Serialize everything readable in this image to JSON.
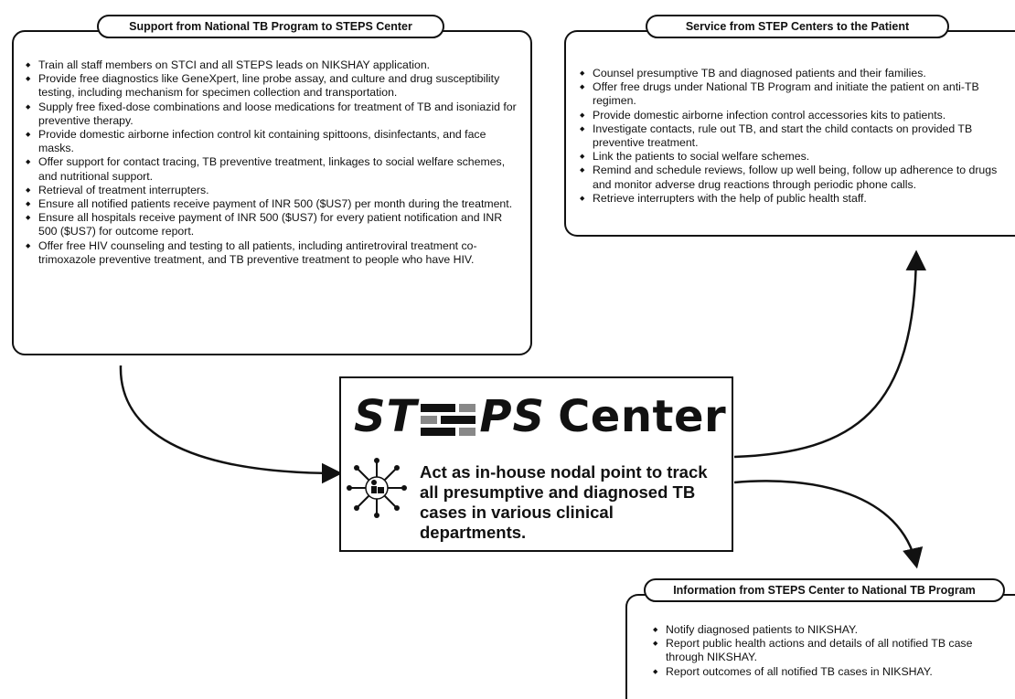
{
  "support_panel": {
    "title": "Support from National TB Program to STEPS Center",
    "items": [
      "Train all staff members on STCI and all STEPS leads on NIKSHAY application.",
      "Provide free diagnostics like GeneXpert, line probe assay, and culture and drug susceptibility testing, including mechanism for specimen collection and transportation.",
      "Supply free fixed-dose combinations and loose medications for treatment of TB and isoniazid for preventive therapy.",
      "Provide domestic airborne infection control kit containing spittoons, disinfectants, and face masks.",
      "Offer support for contact tracing, TB preventive treatment, linkages to social welfare schemes, and nutritional support.",
      "Retrieval of treatment interrupters.",
      "Ensure all notified patients receive payment of INR 500 ($US7) per month during the treatment.",
      "Ensure all hospitals receive payment of INR 500 ($US7) for every patient notification and INR 500 ($US7) for outcome report.",
      "Offer free HIV counseling and testing to all patients, including antiretroviral treatment co-trimoxazole preventive treatment, and TB preventive treatment to people who have HIV."
    ]
  },
  "service_panel": {
    "title": "Service from STEP Centers to the Patient",
    "items": [
      "Counsel presumptive TB and diagnosed patients and their families.",
      "Offer free drugs under National TB Program and initiate the patient on anti-TB regimen.",
      "Provide domestic airborne infection control accessories kits to patients.",
      "Investigate contacts, rule out TB, and start the child contacts on provided TB preventive treatment.",
      "Link the patients to social welfare schemes.",
      "Remind and schedule reviews, follow up well being, follow up adherence to drugs and monitor adverse drug reactions through periodic phone calls.",
      "Retrieve interrupters with the help of public health staff."
    ]
  },
  "info_panel": {
    "title": "Information from STEPS Center to National TB Program",
    "items": [
      "Notify diagnosed patients to NIKSHAY.",
      "Report public health actions and details of all notified TB case through NIKSHAY.",
      "Report outcomes of all notified TB cases in NIKSHAY."
    ]
  },
  "center": {
    "logo_left": "ST",
    "logo_right": "PS",
    "logo_word": "Center",
    "description": "Act as in-house nodal point to track all presumptive and diagnosed TB cases in various clinical departments.",
    "icon": "people-network-icon"
  },
  "arrows": [
    "arrow-support-to-center",
    "arrow-center-to-service",
    "arrow-center-to-info"
  ]
}
